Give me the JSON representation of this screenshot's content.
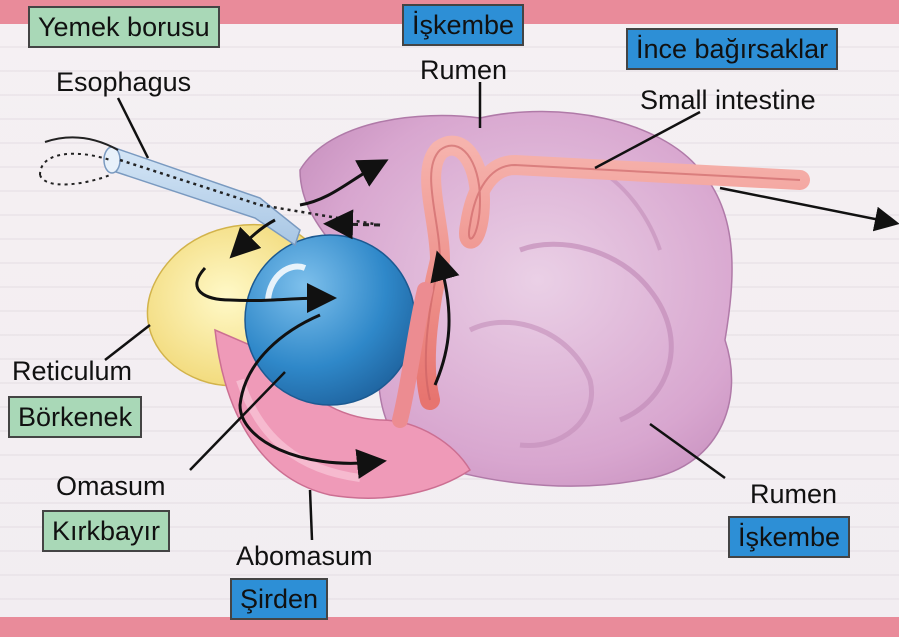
{
  "labels": {
    "esophagus_tr": "Yemek borusu",
    "esophagus_en": "Esophagus",
    "rumen_top_tr": "İşkembe",
    "rumen_top_en": "Rumen",
    "small_intestine_tr": "İnce bağırsaklar",
    "small_intestine_en": "Small intestine",
    "reticulum_en": "Reticulum",
    "reticulum_tr": "Börkenek",
    "omasum_en": "Omasum",
    "omasum_tr": "Kırkbayır",
    "abomasum_en": "Abomasum",
    "abomasum_tr": "Şirden",
    "rumen_bottom_en": "Rumen",
    "rumen_bottom_tr": "İşkembe"
  },
  "colors": {
    "turkish_tag_green": "#a9d8b7",
    "turkish_tag_blue": "#2d8fd6",
    "rumen": "#d9a9d2",
    "reticulum": "#f2e27a",
    "omasum": "#2f88c9",
    "abomasum": "#ef8fb0",
    "intestine": "#f08a86",
    "border_band": "#e98b9a"
  }
}
